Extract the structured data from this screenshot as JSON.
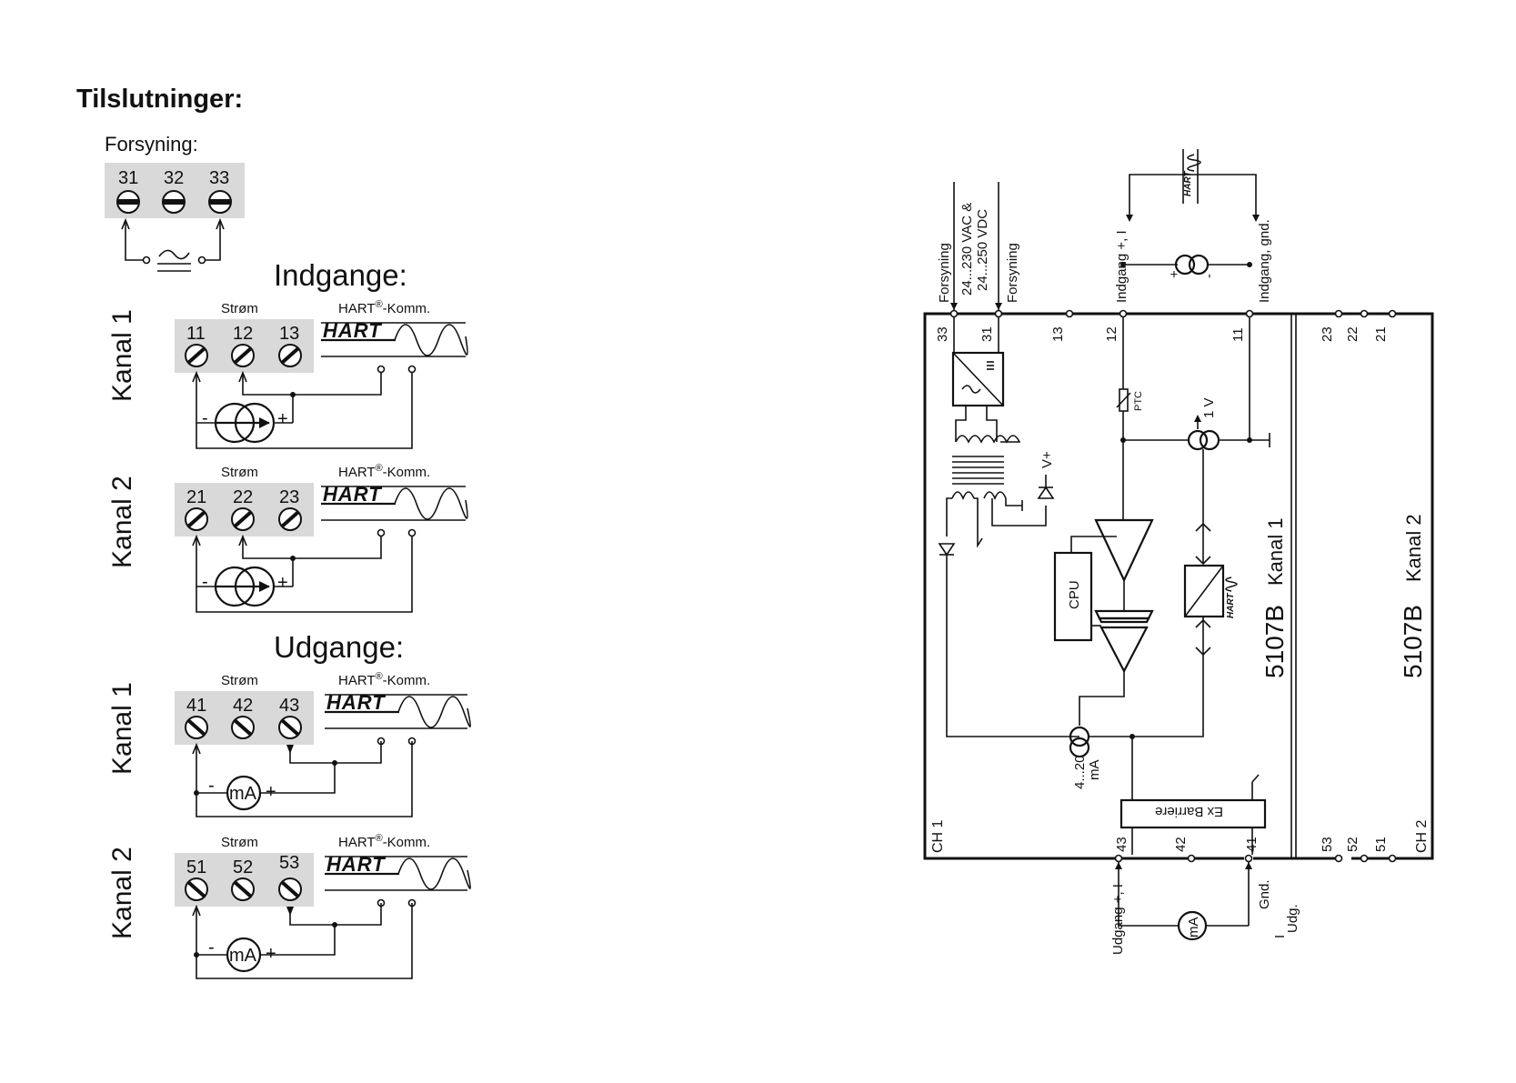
{
  "title": "Tilslutninger:",
  "supply": {
    "label": "Forsyning:",
    "terminals": [
      "31",
      "32",
      "33"
    ]
  },
  "inputs": {
    "heading": "Indgange:",
    "channels": [
      {
        "label": "Kanal 1",
        "terminals": [
          "11",
          "12",
          "13"
        ]
      },
      {
        "label": "Kanal 2",
        "terminals": [
          "21",
          "22",
          "23"
        ]
      }
    ]
  },
  "outputs": {
    "heading": "Udgange:",
    "channels": [
      {
        "label": "Kanal 1",
        "terminals": [
          "41",
          "42",
          "43"
        ]
      },
      {
        "label": "Kanal 2",
        "terminals": [
          "51",
          "52",
          "53"
        ]
      }
    ]
  },
  "common": {
    "current_label": "Strøm",
    "hart_prefix": "HART",
    "reg_mark": "®",
    "hart_suffix": "-Komm.",
    "hart_logo": "HART",
    "minus": "-",
    "plus": "+",
    "ma": "mA"
  },
  "block": {
    "top_labels": {
      "supply_left": "Forsyning",
      "voltage_1": "24...230 VAC &",
      "voltage_2": "24...250 VDC",
      "supply_right": "Forsyning",
      "input_plus": "Indgang +, I",
      "input_gnd": "Indgang, gnd."
    },
    "top_terminals": [
      "33",
      "31",
      "13",
      "12",
      "11",
      "23",
      "22",
      "21"
    ],
    "bottom_terminals": [
      "43",
      "42",
      "41",
      "53",
      "52",
      "51"
    ],
    "bottom_labels": {
      "output_plus": "Udgang +, I",
      "gnd": "Gnd.",
      "i_udg_i": "I",
      "i_udg_sub": "Udg."
    },
    "ptc": "PTC",
    "one_v": "1 V",
    "vplus": "V+",
    "cpu": "CPU",
    "ma_range_1": "4...20",
    "ma_range_2": "mA",
    "ex_barrier": "Ex Barriere",
    "ch1": "CH 1",
    "ch2": "CH 2",
    "model": "5107B",
    "kanal1": "Kanal 1",
    "kanal2": "Kanal 2"
  }
}
